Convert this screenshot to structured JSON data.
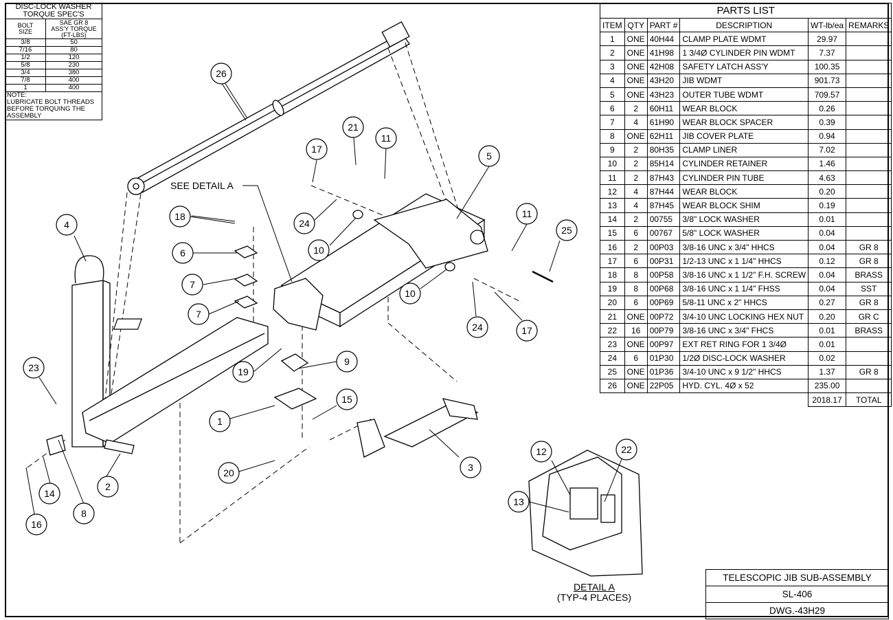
{
  "torque_table": {
    "title_line1": "DISC-LOCK WASHER",
    "title_line2": "TORQUE SPEC'S",
    "col1_line1": "BOLT",
    "col1_line2": "SIZE",
    "col2_line1": "SAE GR 8",
    "col2_line2": "ASS'Y TORQUE",
    "col2_line3": "(FT-LBS)",
    "rows": [
      {
        "size": "3/8",
        "torque": "50"
      },
      {
        "size": "7/16",
        "torque": "80"
      },
      {
        "size": "1/2",
        "torque": "120"
      },
      {
        "size": "5/8",
        "torque": "230"
      },
      {
        "size": "3/4",
        "torque": "380"
      },
      {
        "size": "7/8",
        "torque": "400"
      },
      {
        "size": "1",
        "torque": "400"
      }
    ],
    "note_label": "NOTE:",
    "note_line1": "LUBRICATE BOLT THREADS",
    "note_line2": "BEFORE TORQUING THE",
    "note_line3": "ASSEMBLY"
  },
  "parts_list": {
    "title": "PARTS LIST",
    "headers": [
      "ITEM",
      "QTY",
      "PART #",
      "DESCRIPTION",
      "WT-lb/ea",
      "REMARKS"
    ],
    "rows": [
      {
        "item": "1",
        "qty": "ONE",
        "part": "40H44",
        "desc": "CLAMP PLATE WDMT",
        "wt": "29.97",
        "remarks": ""
      },
      {
        "item": "2",
        "qty": "ONE",
        "part": "41H98",
        "desc": "1 3/4Ø CYLINDER PIN WDMT",
        "wt": "7.37",
        "remarks": ""
      },
      {
        "item": "3",
        "qty": "ONE",
        "part": "42H08",
        "desc": "SAFETY LATCH ASS'Y",
        "wt": "100.35",
        "remarks": ""
      },
      {
        "item": "4",
        "qty": "ONE",
        "part": "43H20",
        "desc": "JIB WDMT",
        "wt": "901.73",
        "remarks": ""
      },
      {
        "item": "5",
        "qty": "ONE",
        "part": "43H23",
        "desc": "OUTER TUBE WDMT",
        "wt": "709.57",
        "remarks": ""
      },
      {
        "item": "6",
        "qty": "2",
        "part": "60H11",
        "desc": "WEAR BLOCK",
        "wt": "0.26",
        "remarks": ""
      },
      {
        "item": "7",
        "qty": "4",
        "part": "61H90",
        "desc": "WEAR BLOCK SPACER",
        "wt": "0.39",
        "remarks": ""
      },
      {
        "item": "8",
        "qty": "ONE",
        "part": "62H11",
        "desc": "JIB COVER PLATE",
        "wt": "0.94",
        "remarks": ""
      },
      {
        "item": "9",
        "qty": "2",
        "part": "80H35",
        "desc": "CLAMP LINER",
        "wt": "7.02",
        "remarks": ""
      },
      {
        "item": "10",
        "qty": "2",
        "part": "85H14",
        "desc": "CYLINDER RETAINER",
        "wt": "1.46",
        "remarks": ""
      },
      {
        "item": "11",
        "qty": "2",
        "part": "87H43",
        "desc": "CYLINDER PIN TUBE",
        "wt": "4.63",
        "remarks": ""
      },
      {
        "item": "12",
        "qty": "4",
        "part": "87H44",
        "desc": "WEAR BLOCK",
        "wt": "0.20",
        "remarks": ""
      },
      {
        "item": "13",
        "qty": "4",
        "part": "87H45",
        "desc": "WEAR BLOCK SHIM",
        "wt": "0.19",
        "remarks": ""
      },
      {
        "item": "14",
        "qty": "2",
        "part": "00755",
        "desc": "3/8\" LOCK WASHER",
        "wt": "0.01",
        "remarks": ""
      },
      {
        "item": "15",
        "qty": "6",
        "part": "00767",
        "desc": "5/8\" LOCK WASHER",
        "wt": "0.04",
        "remarks": ""
      },
      {
        "item": "16",
        "qty": "2",
        "part": "00P03",
        "desc": "3/8-16 UNC x 3/4\" HHCS",
        "wt": "0.04",
        "remarks": "GR 8"
      },
      {
        "item": "17",
        "qty": "6",
        "part": "00P31",
        "desc": "1/2-13 UNC x 1 1/4\" HHCS",
        "wt": "0.12",
        "remarks": "GR 8"
      },
      {
        "item": "18",
        "qty": "8",
        "part": "00P58",
        "desc": "3/8-16 UNC x 1 1/2\" F.H. SCREW",
        "wt": "0.04",
        "remarks": "BRASS"
      },
      {
        "item": "19",
        "qty": "8",
        "part": "00P68",
        "desc": "3/8-16 UNC x 1 1/4\" FHSS",
        "wt": "0.04",
        "remarks": "SST"
      },
      {
        "item": "20",
        "qty": "6",
        "part": "00P69",
        "desc": "5/8-11 UNC x 2\" HHCS",
        "wt": "0.27",
        "remarks": "GR 8"
      },
      {
        "item": "21",
        "qty": "ONE",
        "part": "00P72",
        "desc": "3/4-10 UNC LOCKING HEX NUT",
        "wt": "0.20",
        "remarks": "GR C"
      },
      {
        "item": "22",
        "qty": "16",
        "part": "00P79",
        "desc": "3/8-16 UNC x 3/4\" FHCS",
        "wt": "0.01",
        "remarks": "BRASS"
      },
      {
        "item": "23",
        "qty": "ONE",
        "part": "00P97",
        "desc": "EXT RET RING FOR 1 3/4Ø",
        "wt": "0.01",
        "remarks": ""
      },
      {
        "item": "24",
        "qty": "6",
        "part": "01P30",
        "desc": "1/2Ø DISC-LOCK WASHER",
        "wt": "0.02",
        "remarks": ""
      },
      {
        "item": "25",
        "qty": "ONE",
        "part": "01P36",
        "desc": "3/4-10 UNC x 9 1/2\" HHCS",
        "wt": "1.37",
        "remarks": "GR 8"
      },
      {
        "item": "26",
        "qty": "ONE",
        "part": "22P05",
        "desc": "HYD. CYL. 4Ø x 52",
        "wt": "235.00",
        "remarks": ""
      }
    ],
    "total_weight": "2018.17",
    "total_label": "TOTAL"
  },
  "drawing": {
    "see_detail_label": "SEE DETAIL A",
    "detail_caption": "DETAIL  A",
    "detail_subcaption": "(TYP-4 PLACES)"
  },
  "title_block": {
    "title": "TELESCOPIC JIB SUB-ASSEMBLY",
    "model": "SL-406",
    "drawing_number": "DWG.-43H29"
  },
  "balloons": [
    "1",
    "2",
    "3",
    "4",
    "5",
    "6",
    "7",
    "7",
    "8",
    "9",
    "10",
    "10",
    "11",
    "11",
    "12",
    "13",
    "14",
    "15",
    "16",
    "17",
    "17",
    "18",
    "19",
    "20",
    "21",
    "22",
    "23",
    "24",
    "24",
    "25",
    "26"
  ]
}
